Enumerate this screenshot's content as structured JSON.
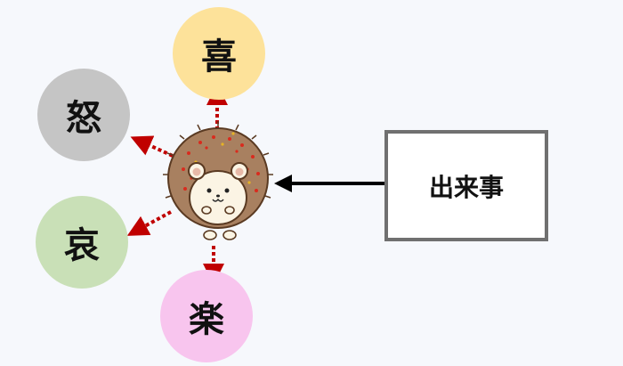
{
  "emotions": {
    "joy": "喜",
    "anger": "怒",
    "sorrow": "哀",
    "pleasure": "楽"
  },
  "event": {
    "label": "出来事"
  },
  "colors": {
    "joy": "#fde29a",
    "anger": "#c5c5c5",
    "sorrow": "#c9e0b7",
    "pleasure": "#f8c5ee",
    "dotted_arrow": "#c00000",
    "event_arrow": "#000000",
    "box_border": "#707070"
  },
  "icons": [
    "hedgehog-illustration"
  ]
}
